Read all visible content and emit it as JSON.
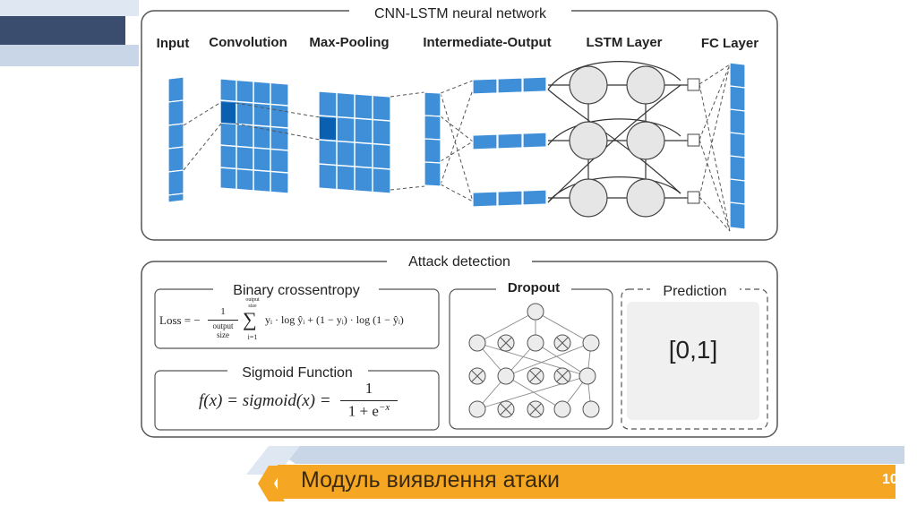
{
  "diagram": {
    "network_title": "CNN-LSTM neural network",
    "layers": {
      "input": "Input",
      "convolution": "Convolution",
      "max_pooling": "Max-Pooling",
      "intermediate_output": "Intermediate-Output",
      "lstm": "LSTM  Layer",
      "fc": "FC Layer"
    },
    "attack_title": "Attack detection",
    "bce_title": "Binary crossentropy",
    "bce_formula": {
      "lhs": "Loss = −",
      "frac_num": "1",
      "frac_den_line1": "output",
      "frac_den_line2": "size",
      "sum_top_line1": "output",
      "sum_top_line2": "size",
      "sum_bottom": "i=1",
      "body": "yᵢ · log ŷᵢ + (1 − yᵢ) · log (1 − ŷᵢ)"
    },
    "sigmoid_title": "Sigmoid Function",
    "sigmoid_formula": {
      "lhs": "f(x) = sigmoid(x) =",
      "num": "1",
      "den": "1 + e",
      "exp": "−x"
    },
    "dropout_title": "Dropout",
    "prediction_title": "Prediction",
    "prediction_value": "[0,1]"
  },
  "footer": {
    "title": "Модуль виявлення атаки",
    "page": "10"
  },
  "colors": {
    "cell_blue": "#3f8fd8",
    "cell_dark": "#0b5fb0",
    "accent_orange": "#f5a623",
    "deco_navy": "#3b4d6e",
    "deco_light": "#c9d6e8"
  }
}
